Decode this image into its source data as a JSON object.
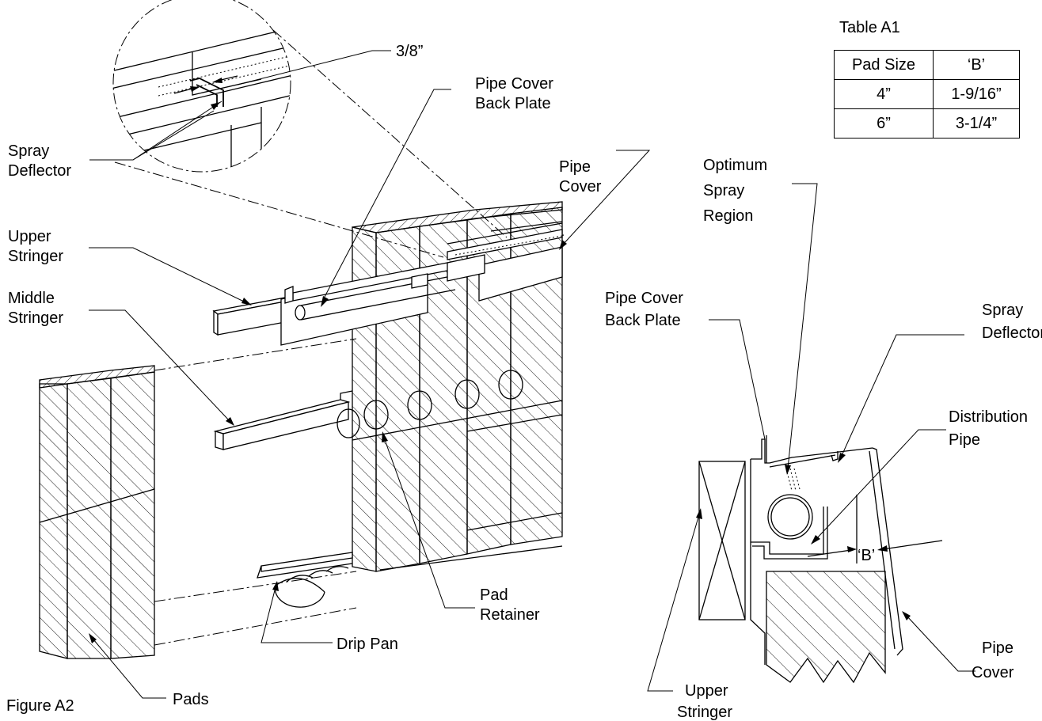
{
  "table": {
    "title": "Table A1",
    "headers": [
      "Pad Size",
      "‘B’"
    ],
    "rows": [
      [
        "4”",
        "1-9/16”"
      ],
      [
        "6”",
        "3-1/4”"
      ]
    ]
  },
  "figure_label": "Figure A2",
  "left_labels": {
    "dim_3_8": "3/8”",
    "pipe_cover_back_plate": [
      "Pipe Cover",
      "Back Plate"
    ],
    "spray_deflector": [
      "Spray",
      "Deflector"
    ],
    "pipe_cover": [
      "Pipe",
      "Cover"
    ],
    "upper_stringer": [
      "Upper",
      "Stringer"
    ],
    "middle_stringer": [
      "Middle",
      "Stringer"
    ],
    "pad_retainer": [
      "Pad",
      "Retainer"
    ],
    "drip_pan": "Drip Pan",
    "pads": "Pads"
  },
  "right_labels": {
    "optimum_spray_region": [
      "Optimum",
      "Spray",
      "Region"
    ],
    "pipe_cover_back_plate": [
      "Pipe Cover",
      "Back Plate"
    ],
    "spray_deflector": [
      "Spray",
      "Deflector"
    ],
    "distribution_pipe": [
      "Distribution",
      "Pipe"
    ],
    "dim_b": "‘B’",
    "pipe_cover": [
      "Pipe",
      "Cover"
    ],
    "upper_stringer": [
      "Upper",
      "Stringer"
    ]
  }
}
